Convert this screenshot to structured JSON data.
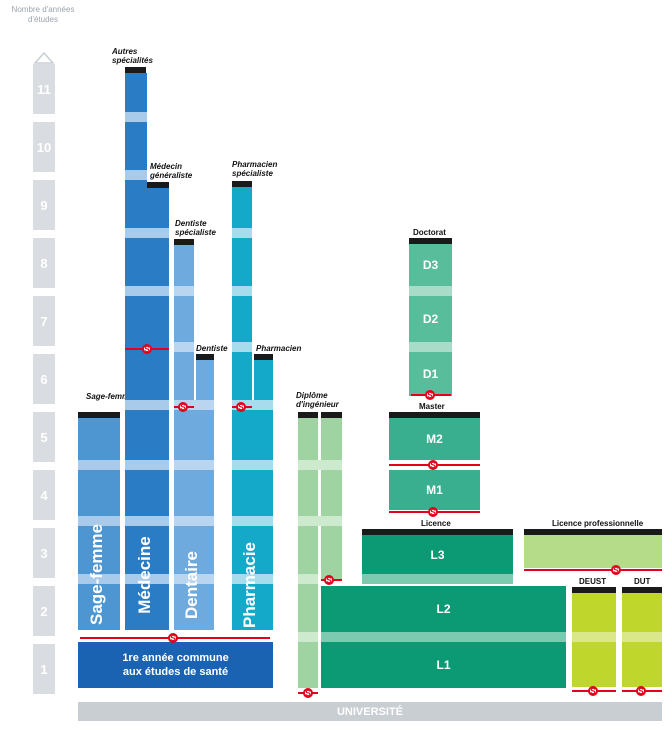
{
  "axis": {
    "title": "Nombre d'années d'études",
    "years": [
      "11",
      "10",
      "9",
      "8",
      "7",
      "6",
      "5",
      "4",
      "3",
      "2",
      "1"
    ]
  },
  "labels": {
    "autres": "Autres spécialités",
    "generaliste": "Médecin généraliste",
    "dentiste_spec": "Dentiste spécialiste",
    "pharma_spec": "Pharmacien spécialiste",
    "sage_femme_top": "Sage-femme",
    "dentiste": "Dentiste",
    "pharmacien": "Pharmacien",
    "ingenieur": "Diplôme d'ingénieur",
    "doctorat": "Doctorat",
    "master": "Master",
    "licence": "Licence",
    "licence_pro": "Licence professionnelle",
    "deust": "DEUST",
    "dut": "DUT"
  },
  "columns": {
    "sage_femme": "Sage-femme",
    "medecine": "Médecine",
    "dentaire": "Dentaire",
    "pharmacie": "Pharmacie"
  },
  "blocks": {
    "d3": "D3",
    "d2": "D2",
    "d1": "D1",
    "m2": "M2",
    "m1": "M1",
    "l3": "L3",
    "l2": "L2",
    "l1": "L1"
  },
  "common_year": {
    "line1": "1re année commune",
    "line2": "aux études de santé"
  },
  "selection_mark": "S",
  "footer": "UNIVERSITÉ",
  "colors": {
    "medecine": "#2a7dc4",
    "dentaire": "#6faadf",
    "pharmacie": "#14a8c9",
    "sage_femme": "#4d96d1",
    "paces": "#1a63b2",
    "ingenieur": "#9fd4a2",
    "lmd_dark": "#0b9a73",
    "master": "#3aaf8f",
    "doctorat": "#57bd9b",
    "licence_pro": "#b5dc88",
    "deust": "#bfd62c",
    "footer": "#c9ced3",
    "selection": "#e2001a"
  }
}
